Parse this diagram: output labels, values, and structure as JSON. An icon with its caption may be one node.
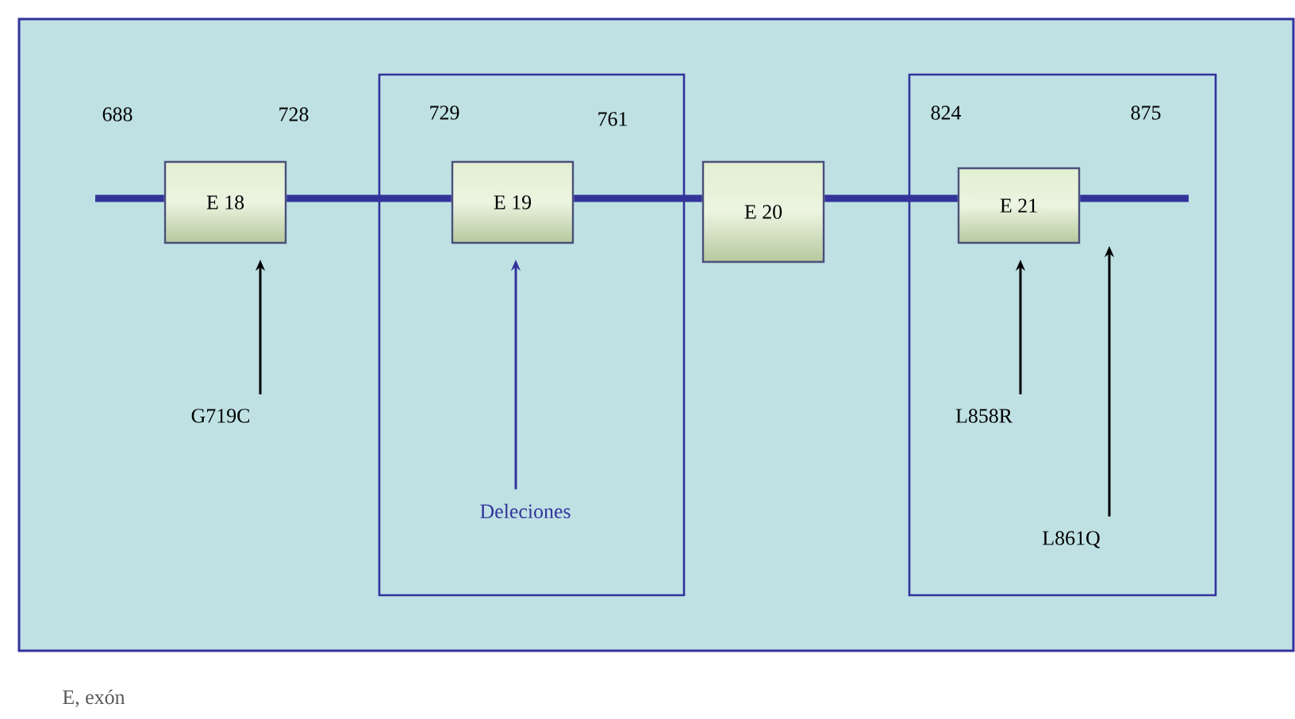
{
  "diagram": {
    "nodes": [
      {
        "text": [],
        "shape": "box"
      },
      {
        "text": [],
        "shape": "box"
      },
      {
        "text": [
          "E 18"
        ]
      },
      {
        "text": [
          "E 19"
        ],
        "in": 0
      },
      {
        "text": [
          "E 20"
        ]
      },
      {
        "text": [
          "E 21"
        ],
        "in": 1
      },
      {
        "text": [
          "G719C"
        ]
      },
      {
        "text": [
          "Deleciones"
        ],
        "in": 0
      },
      {
        "text": [
          "L858R"
        ],
        "in": 1
      },
      {
        "text": [
          "L861Q"
        ],
        "in": 1
      }
    ],
    "edges": [
      {
        "from": null,
        "to": 2,
        "arrow": "none"
      },
      {
        "from": 2,
        "to": 3,
        "arrow": "none"
      },
      {
        "from": 3,
        "to": 4,
        "arrow": "none"
      },
      {
        "from": 4,
        "to": 5,
        "arrow": "none"
      },
      {
        "from": 5,
        "to": null,
        "arrow": "none"
      },
      {
        "from": 6,
        "to": 2,
        "arrow": "to",
        "color": "#000000"
      },
      {
        "from": 7,
        "to": 3,
        "arrow": "to"
      },
      {
        "from": 8,
        "to": 5,
        "arrow": "to",
        "color": "#000000"
      },
      {
        "from": 9,
        "to": null,
        "arrow": "to",
        "color": "#000000"
      }
    ],
    "labels": [
      "688",
      "728",
      "729",
      "761",
      "824",
      "875",
      "E, exón"
    ]
  }
}
